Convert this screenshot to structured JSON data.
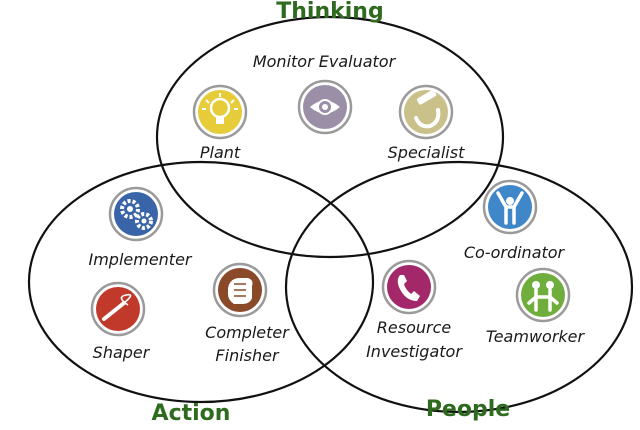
{
  "colors": {
    "group_title": "#2e6b1f",
    "circle_stroke": "#111111",
    "icon_ring": "#9a9a9a"
  },
  "groups": {
    "thinking": "Thinking",
    "action": "Action",
    "people": "People"
  },
  "roles": {
    "monitor_evaluator": {
      "line1": "Monitor Evaluator",
      "icon": "eye-icon",
      "color": "#9b8ea7"
    },
    "plant": {
      "line1": "Plant",
      "icon": "lightbulb-icon",
      "color": "#e7cc3a"
    },
    "specialist": {
      "line1": "Specialist",
      "icon": "tool-icon",
      "color": "#c9c08a"
    },
    "implementer": {
      "line1": "Implementer",
      "icon": "gears-icon",
      "color": "#3a64a8"
    },
    "shaper": {
      "line1": "Shaper",
      "icon": "whip-icon",
      "color": "#c0392b"
    },
    "completer_finisher": {
      "line1": "Completer",
      "line2": "Finisher",
      "icon": "hand-icon",
      "color": "#8a4a2a"
    },
    "co_ordinator": {
      "line1": "Co-ordinator",
      "icon": "person-arms-up-icon",
      "color": "#3f87c8"
    },
    "resource_investigator": {
      "line1": "Resource",
      "line2": "Investigator",
      "icon": "phone-icon",
      "color": "#a3286a"
    },
    "teamworker": {
      "line1": "Teamworker",
      "icon": "people-holding-hands-icon",
      "color": "#6fae3c"
    }
  }
}
